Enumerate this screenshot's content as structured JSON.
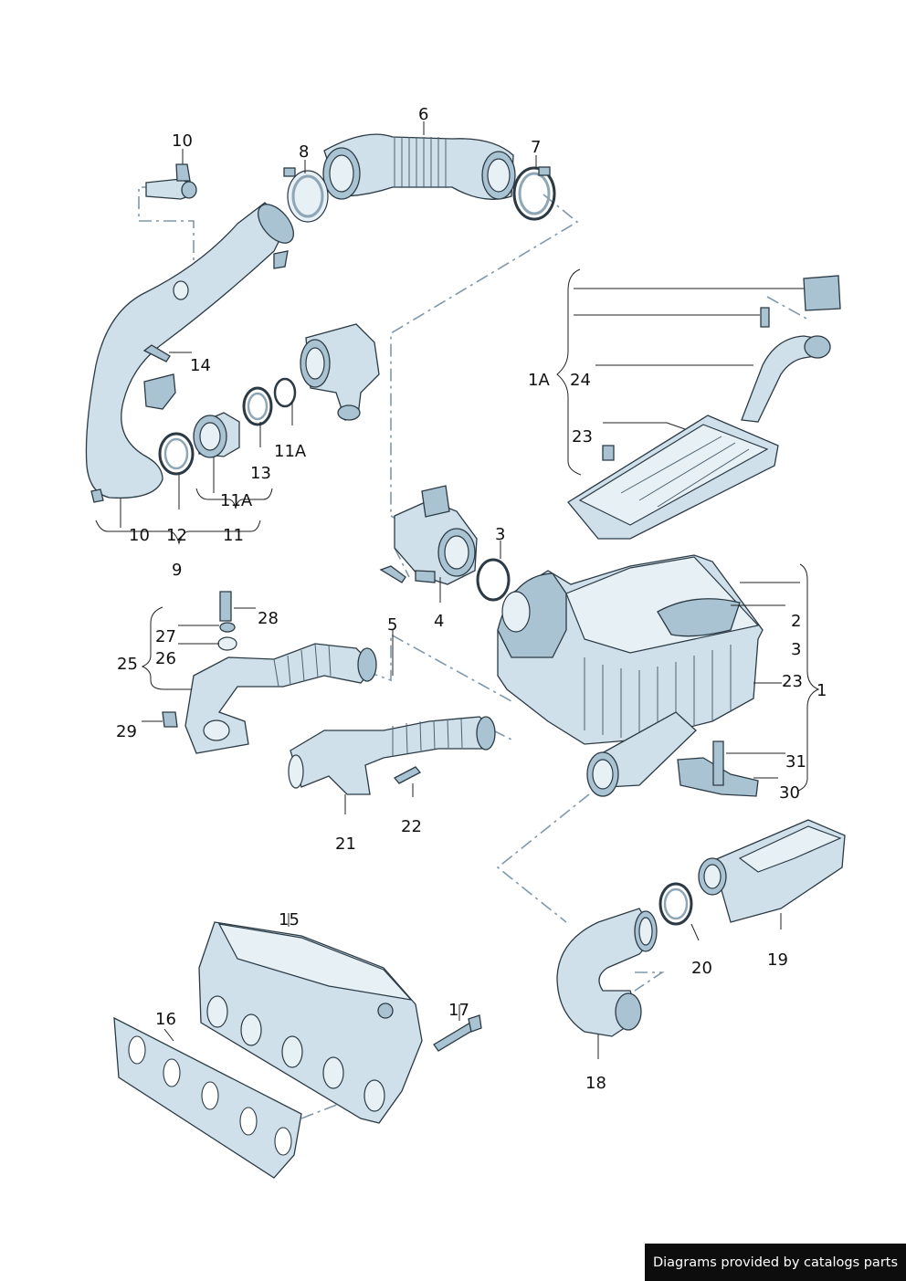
{
  "diagram": {
    "labels": {
      "p1": "1",
      "p1a": "1A",
      "p2": "2",
      "p3a": "3",
      "p3b": "3",
      "p4": "4",
      "p5": "5",
      "p6": "6",
      "p7": "7",
      "p8": "8",
      "p9": "9",
      "p10a": "10",
      "p10b": "10",
      "p11": "11",
      "p11a_1": "11A",
      "p11a_2": "11A",
      "p12": "12",
      "p13": "13",
      "p14": "14",
      "p15": "15",
      "p16": "16",
      "p17": "17",
      "p18": "18",
      "p19": "19",
      "p20": "20",
      "p21": "21",
      "p22": "22",
      "p23a": "23",
      "p23b": "23",
      "p24": "24",
      "p25": "25",
      "p26": "26",
      "p27": "27",
      "p28": "28",
      "p29": "29",
      "p30": "30",
      "p31": "31"
    },
    "colors": {
      "part_fill": "#cfe0ea",
      "dash_line": "#7f98ab",
      "outline": "#2b3a44"
    }
  },
  "footer": {
    "text": "Diagrams provided by catalogs parts"
  }
}
